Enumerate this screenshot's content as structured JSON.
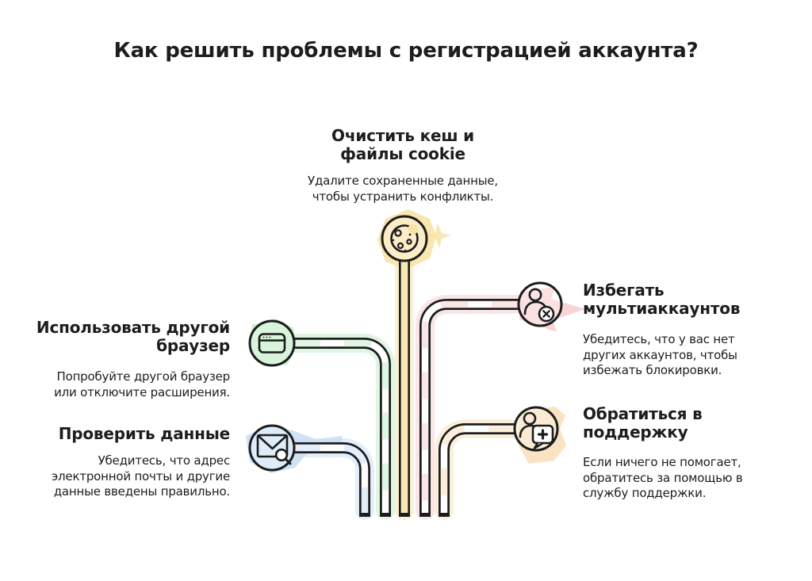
{
  "title": "Как решить проблемы с регистрацией аккаунта?",
  "colors": {
    "background": "#ffffff",
    "line": "#1c1c1c"
  },
  "nodes": {
    "clear_cache": {
      "icon": "cookie-icon",
      "color": "#F7E3A6",
      "heading_lines": [
        "Очистить кеш и",
        "файлы cookie"
      ],
      "body_lines": [
        "Удалите сохраненные данные,",
        "чтобы устранить конфликты."
      ]
    },
    "use_other_browser": {
      "icon": "browser-icon",
      "color": "#BFEDC7",
      "heading_lines": [
        "Использовать другой",
        "браузер"
      ],
      "body_lines": [
        "Попробуйте другой браузер",
        "или отключите расширения."
      ]
    },
    "check_data": {
      "icon": "mail-search-icon",
      "color": "#C9DEF5",
      "heading_lines": [
        "Проверить данные"
      ],
      "body_lines": [
        "Убедитесь, что адрес",
        "электронной почты и другие",
        "данные введены правильно."
      ]
    },
    "avoid_multiaccounts": {
      "icon": "user-block-icon",
      "color": "#F8CECF",
      "heading_lines": [
        "Избегать",
        "мультиаккаунтов"
      ],
      "body_lines": [
        "Убедитесь, что у вас нет",
        "других аккаунтов, чтобы",
        "избежать блокировки."
      ]
    },
    "contact_support": {
      "icon": "support-chat-icon",
      "color": "#F8DFB9",
      "heading_lines": [
        "Обратиться в",
        "поддержку"
      ],
      "body_lines": [
        "Если ничего не помогает,",
        "обратитесь за помощью в",
        "службу поддержки."
      ]
    }
  }
}
